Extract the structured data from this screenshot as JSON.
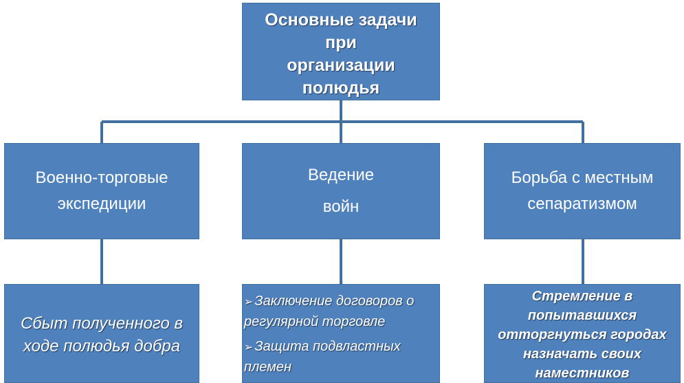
{
  "root": {
    "title_line1": "Основные задачи при",
    "title_line2": "организации полюдья"
  },
  "branches": [
    {
      "heading_line1": "Военно-торговые",
      "heading_line2": "экспедиции",
      "detail": "Сбыт полученного в ходе полюдья добра"
    },
    {
      "heading_line1": "Ведение",
      "heading_line2": "войн",
      "details": [
        "Заключение договоров о регулярной торговле",
        "Защита подвластных племен"
      ]
    },
    {
      "heading_line1": "Борьба с местным",
      "heading_line2": "сепаратизмом",
      "detail": "Стремление в попытавшихся отторгнуться городах назначать своих наместников"
    }
  ],
  "colors": {
    "box_fill": "#4f81bd",
    "connector": "#41709f"
  },
  "icons": {
    "bullet": "arrow-bullet-icon"
  }
}
